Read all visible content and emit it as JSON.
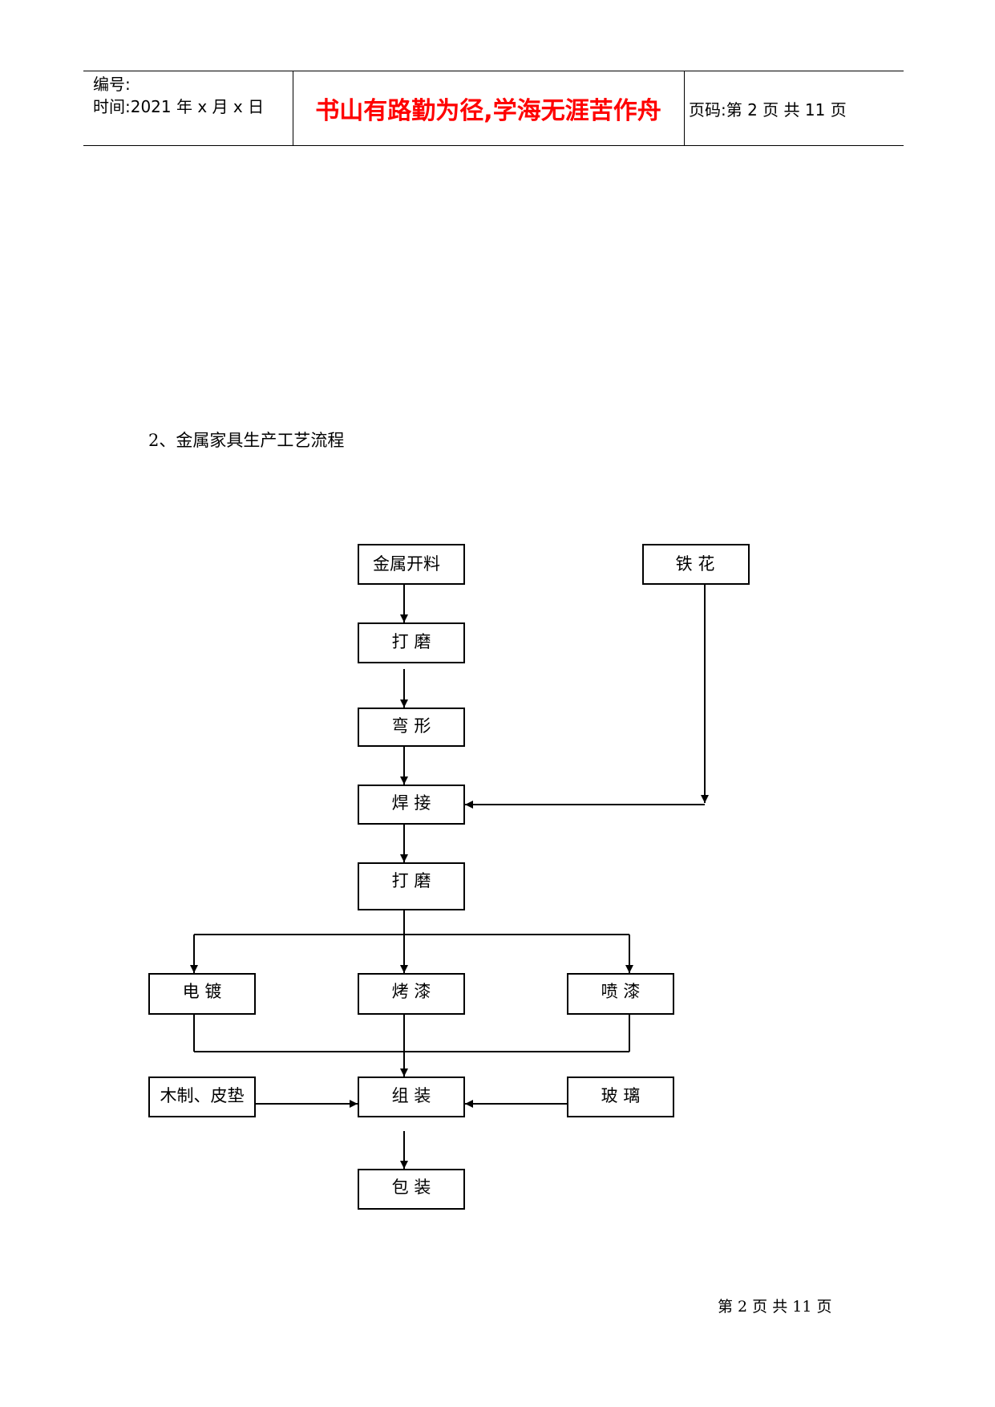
{
  "header": {
    "serial_label": "编号:",
    "time_label": "时间:2021 年 x 月 x 日",
    "motto": "书山有路勤为径,学海无涯苦作舟",
    "page_label": "页码:第 2 页 共 11 页"
  },
  "section": {
    "title": "2、金属家具生产工艺流程"
  },
  "flow": {
    "nodes": {
      "metal_cutting": "金属开料",
      "iron_flower": "铁 花",
      "grinding_1": "打 磨",
      "bending": "弯 形",
      "welding": "焊 接",
      "grinding_2": "打 磨",
      "electroplating": "电 镀",
      "baking_paint": "烤 漆",
      "spray_paint": "喷 漆",
      "wood_leather": "木制、皮垫",
      "assembly": "组 装",
      "glass": "玻 璃",
      "packaging": "包 装"
    }
  },
  "footer": {
    "page": "第 2 页 共 11 页"
  }
}
